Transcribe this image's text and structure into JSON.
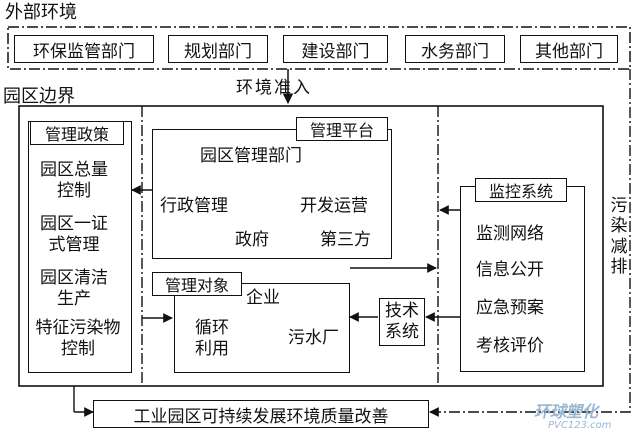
{
  "external": {
    "title": "外部环境",
    "departments": [
      "环保监管部门",
      "规划部门",
      "建设部门",
      "水务部门",
      "其他部门"
    ]
  },
  "environment_access": "环境准入",
  "park_boundary": "园区边界",
  "management_policy": {
    "title": "管理政策",
    "items": [
      "园区总量控制",
      "园区一证式管理",
      "园区清洁生产",
      "特征污染物控制"
    ]
  },
  "management_platform": {
    "title": "管理平台",
    "top": "园区管理部门",
    "left": "行政管理",
    "right": "开发运营",
    "bottom_left": "政府",
    "bottom_right": "第三方"
  },
  "management_object": {
    "title": "管理对象",
    "enterprise": "企业",
    "recycle": "循环利用",
    "wwtp": "污水厂"
  },
  "tech_system": "技术系统",
  "monitoring": {
    "title": "监控系统",
    "items": [
      "监测网络",
      "信息公开",
      "应急预案",
      "考核评价"
    ]
  },
  "pollution_reduction": "污染减排",
  "bottom_box": "工业园区可持续发展环境质量改善",
  "watermark": {
    "main": "环球塑化",
    "sub": "PVC123.com"
  }
}
